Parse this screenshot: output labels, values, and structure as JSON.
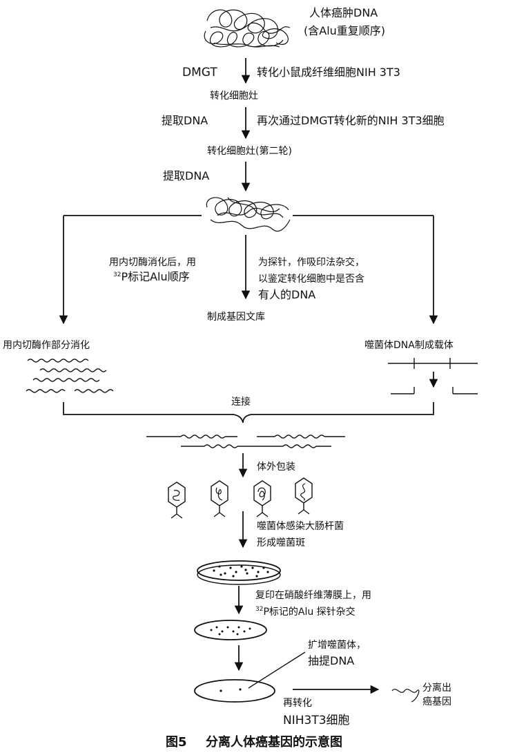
{
  "diagram": {
    "source_dna": {
      "line1": "人体癌肿DNA",
      "line2": "(含Alu重复顺序)"
    },
    "step1": {
      "left": "DMGT",
      "right": "转化小鼠成纤维细胞NIH 3T3"
    },
    "result1": "转化细胞灶",
    "step2": {
      "left": "提取DNA",
      "right": "再次通过DMGT转化新的NIH 3T3细胞"
    },
    "result2": "转化细胞灶(第二轮)",
    "step3_left": "提取DNA",
    "center": {
      "left_line1": "用内切酶消化后，用",
      "left_line2_sup": "32",
      "left_line2": "P标记Alu顺序",
      "right_line1": "为探针，作吸印法杂交，",
      "right_line2": "以鉴定转化细胞中是否含",
      "right_line3": "有人的DNA",
      "result": "制成基因文库"
    },
    "left_branch": "用内切酶作部分消化",
    "right_branch": "噬菌体DNA制成载体",
    "ligation": "连接",
    "packaging": "体外包装",
    "infection": {
      "line1": "噬菌体感染大肠杆菌",
      "line2": "形成噬菌斑"
    },
    "replica": {
      "line1": "复印在硝酸纤维薄膜上，用",
      "line2_sup": "32",
      "line2": "P标记的Alu  探针杂交"
    },
    "amplify": {
      "line1": "扩增噬菌体，",
      "line2": "抽提DNA"
    },
    "retransform": {
      "line1": "再转化",
      "line2": "NIH3T3细胞"
    },
    "isolated": {
      "line1": "分离出",
      "line2": "癌基因"
    },
    "caption": {
      "figure_number": "图5",
      "title": "分离人体癌基因的示意图"
    }
  }
}
